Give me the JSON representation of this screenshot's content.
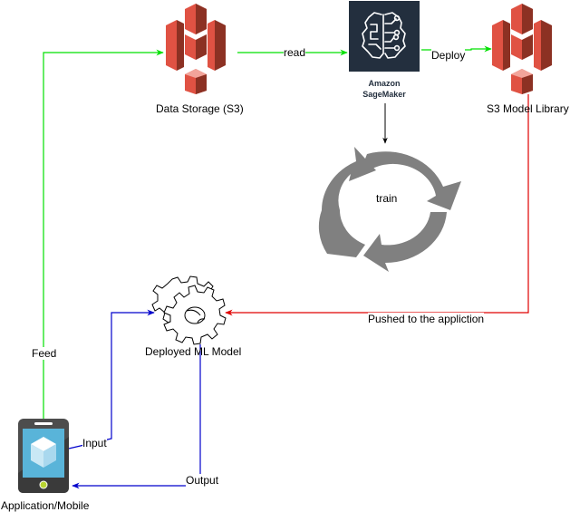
{
  "diagram": {
    "nodes": {
      "data_storage": {
        "label": "Data Storage (S3)",
        "icon": "s3-bucket-icon"
      },
      "sagemaker": {
        "label_line1": "Amazon",
        "label_line2": "SageMaker",
        "icon": "sagemaker-brain-icon"
      },
      "model_library": {
        "label": "S3 Model Library",
        "icon": "s3-bucket-icon"
      },
      "train": {
        "label": "train",
        "icon": "cycle-arrows-icon"
      },
      "deployed_model": {
        "label": "Deployed ML Model",
        "icon": "gears-icon"
      },
      "app": {
        "label": "Application/Mobile",
        "icon": "mobile-device-icon"
      }
    },
    "edges": {
      "read": {
        "label": "read",
        "color": "#00e000"
      },
      "deploy": {
        "label": "Deploy",
        "color": "#00e000"
      },
      "feed": {
        "label": "Feed",
        "color": "#00e000"
      },
      "pushed": {
        "label": "Pushed to the appliction",
        "color": "#e00000"
      },
      "input": {
        "label": "Input",
        "color": "#0000cc"
      },
      "output": {
        "label": "Output",
        "color": "#0000cc"
      },
      "train_link": {
        "label": "",
        "color": "#000000"
      }
    },
    "colors": {
      "s3_light": "#e05243",
      "s3_dark": "#8c3123",
      "sagemaker_bg": "#232f3e",
      "cycle_gray": "#808080",
      "phone_body": "#4d4d4d",
      "phone_screen": "#59b4d9",
      "phone_button": "#b8d432"
    }
  }
}
